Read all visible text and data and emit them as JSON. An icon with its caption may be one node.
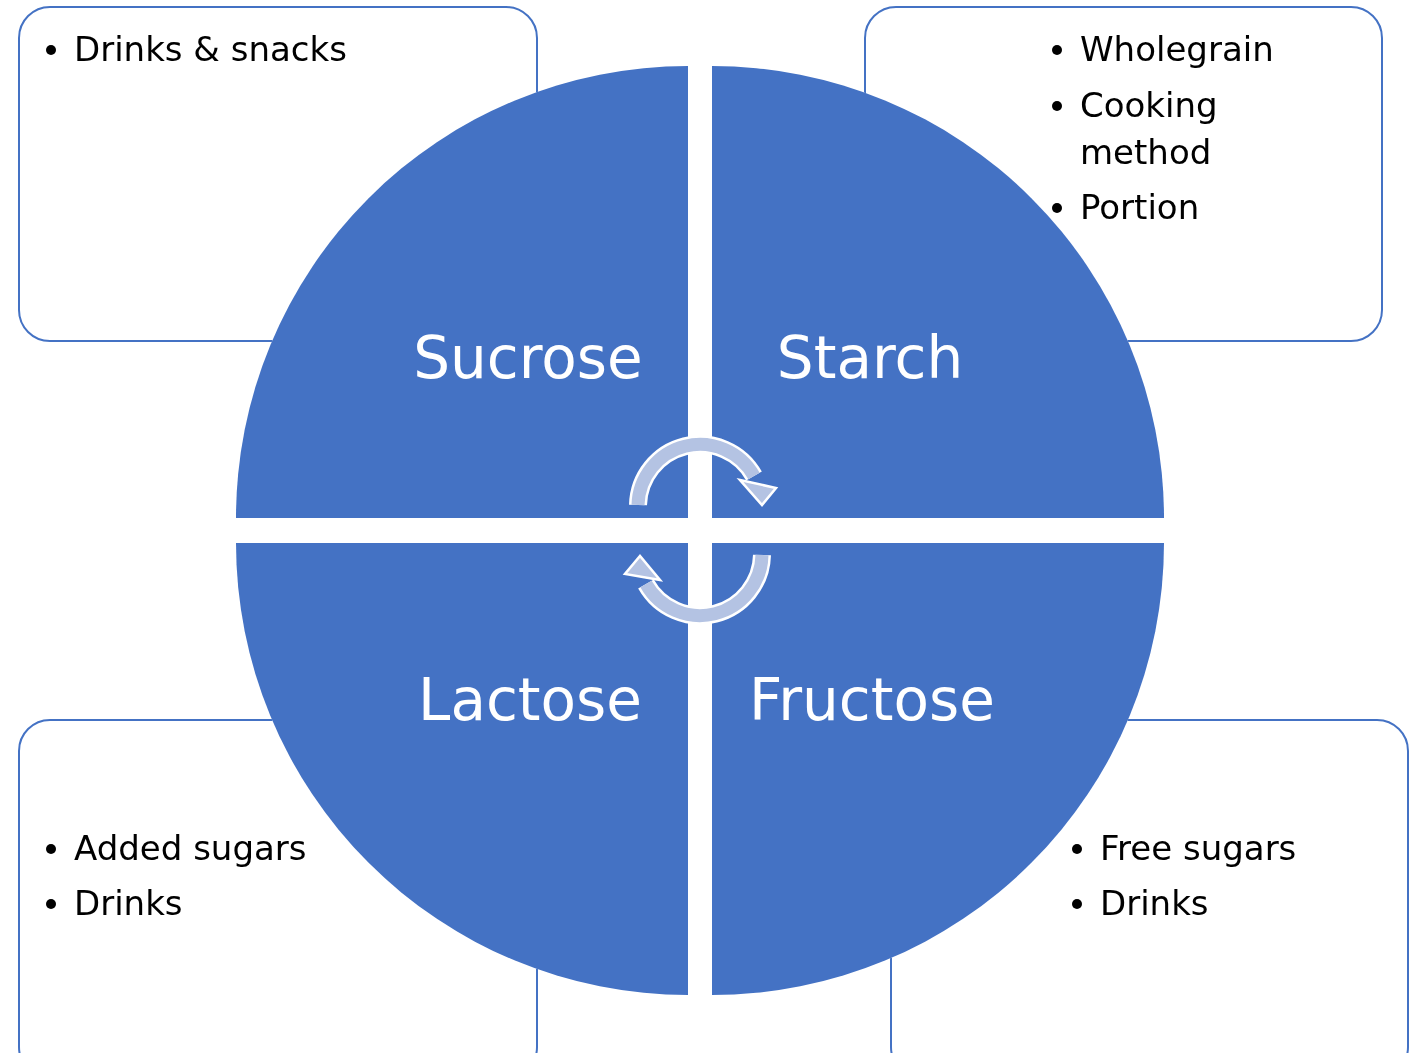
{
  "diagram": {
    "nodes": [
      {
        "text": [
          "Drinks & snacks"
        ]
      },
      {
        "text": [
          "Wholegrain",
          "Cooking method",
          "Portion"
        ]
      },
      {
        "text": [
          "Sucrose"
        ]
      },
      {
        "text": [
          "Starch"
        ]
      },
      {
        "text": [
          "Lactose"
        ]
      },
      {
        "text": [
          "Fructose"
        ]
      },
      {
        "text": [
          "Added sugars",
          "Drinks"
        ]
      },
      {
        "text": [
          "Free sugars",
          "Drinks"
        ]
      }
    ]
  }
}
